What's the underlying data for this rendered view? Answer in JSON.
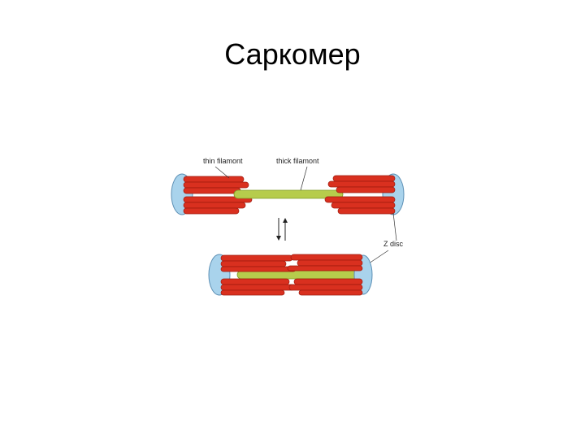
{
  "slide": {
    "title": "Саркомер"
  },
  "diagram": {
    "labels": {
      "thin_filament": "thin filamont",
      "thick_filament": "thick filamont",
      "z_disc": "Z disc"
    },
    "states": [
      "relaxed",
      "contracted"
    ],
    "colors": {
      "thin_filament": "#d9301f",
      "thin_filament_shade": "#9e1a0e",
      "thick_filament": "#b6cc4c",
      "thick_filament_shade": "#7f9a2a",
      "z_disc": "#a9d3ec",
      "z_disc_edge": "#5d90b5"
    }
  }
}
